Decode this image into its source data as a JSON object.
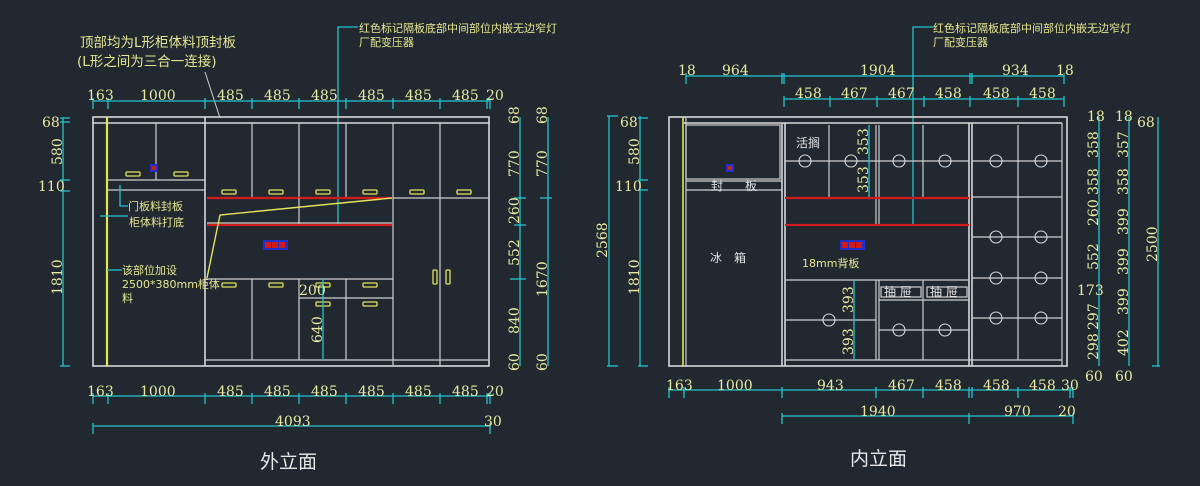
{
  "colors": {
    "background": "#212830",
    "dimension_line": "#23c4cc",
    "dimension_text": "#e8e8a0",
    "cabinet_line": "#d8d8d8",
    "light_marker": "#d11a1a",
    "handle": "#e3e35a",
    "outlet_box": "#2030c8"
  },
  "exterior": {
    "title": "外立面",
    "note_top_line1": "顶部均为L形柜体料顶封板",
    "note_top_line2": "(L形之间为三合一连接)",
    "note_light_line1": "红色标记隔板底部中间部位内嵌无边窄灯",
    "note_light_line2": "厂配变压器",
    "note_door_line1": "门板料封板",
    "note_door_line2": "柜体料打底",
    "note_side_line1": "该部位加设",
    "note_side_line2": "2500*380mm柜体",
    "note_side_line3": "料",
    "top_dims": [
      "163",
      "1000",
      "485",
      "485",
      "485",
      "485",
      "485",
      "485",
      "20"
    ],
    "bottom_dims": [
      "163",
      "1000",
      "485",
      "485",
      "485",
      "485",
      "485",
      "485",
      "20"
    ],
    "total_width": "4093",
    "total_right": "30",
    "left_dims": [
      "68",
      "580",
      "110",
      "1810"
    ],
    "right_dims_a": [
      "68",
      "770",
      "260",
      "552",
      "840",
      "60"
    ],
    "right_dims_b": [
      "68",
      "770",
      "1670",
      "60"
    ],
    "inner_dims": [
      "200",
      "640"
    ]
  },
  "interior": {
    "title": "内立面",
    "note_light_line1": "红色标记隔板底部中间部位内嵌无边窄灯",
    "note_light_line2": "厂配变压器",
    "top_dims_row1": [
      "18",
      "964",
      "1904",
      "934",
      "18"
    ],
    "top_dims_row2": [
      "458",
      "467",
      "467",
      "458",
      "458",
      "458"
    ],
    "bottom_dims_row1": [
      "163",
      "1000",
      "943",
      "467",
      "458",
      "458",
      "458",
      "30"
    ],
    "bottom_dims_row2": [
      "1940",
      "970",
      "20"
    ],
    "left_dims": [
      "68",
      "580",
      "110",
      "1810"
    ],
    "left_total": "2568",
    "right_dims_a": [
      "18",
      "358",
      "358",
      "260",
      "552",
      "173",
      "297",
      "298",
      "60"
    ],
    "right_dims_b": [
      "18",
      "357",
      "358",
      "399",
      "399",
      "399",
      "402",
      "60"
    ],
    "right_total": "2500",
    "right_total_top": "68",
    "inner_dims": [
      "353",
      "353",
      "393",
      "393"
    ],
    "labels": {
      "fridge": "冰　箱",
      "seal_board_a": "封",
      "seal_board_b": "板",
      "movable_shelf": "活搁",
      "back_panel": "18mm背板",
      "drawer_a": "抽 屉",
      "drawer_b": "抽 屉"
    }
  }
}
